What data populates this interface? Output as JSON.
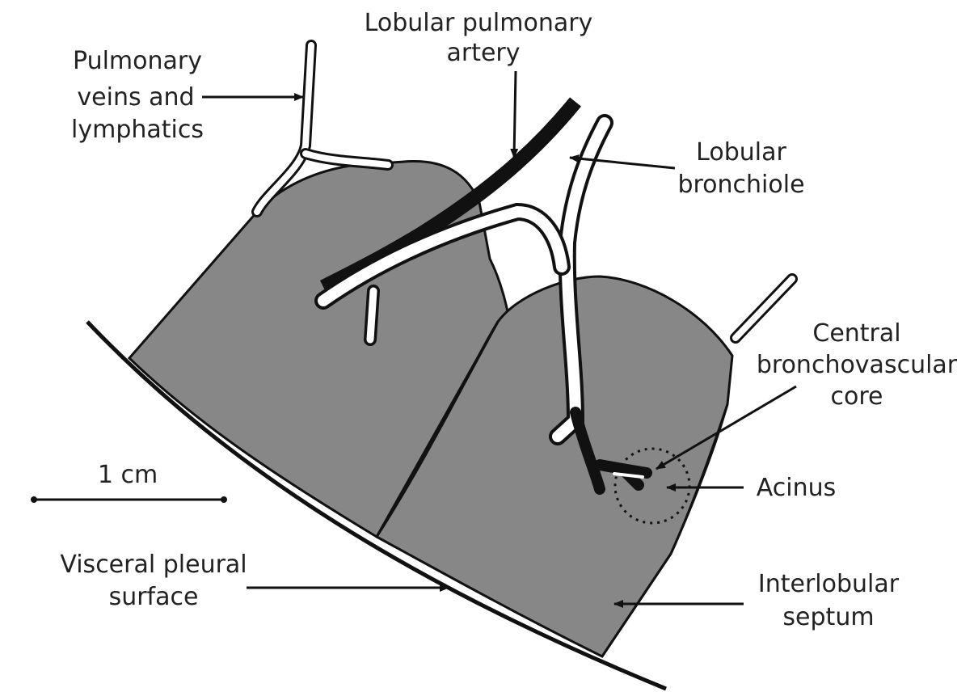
{
  "labels": {
    "artery_line1": "Lobular pulmonary",
    "artery_line2": "artery",
    "veins_line1": "Pulmonary",
    "veins_line2": "veins and",
    "veins_line3": "lymphatics",
    "bronchiole_line1": "Lobular",
    "bronchiole_line2": "bronchiole",
    "core_line1": "Central",
    "core_line2": "bronchovascular",
    "core_line3": "core",
    "acinus": "Acinus",
    "pleura_line1": "Visceral pleural",
    "pleura_line2": "surface",
    "septum_line1": "Interlobular",
    "septum_line2": "septum",
    "scale": "1 cm"
  },
  "colors": {
    "lobule_fill": "#878787",
    "outline": "#111111",
    "artery": "#111111",
    "airway": "#ffffff",
    "background": "#ffffff"
  }
}
